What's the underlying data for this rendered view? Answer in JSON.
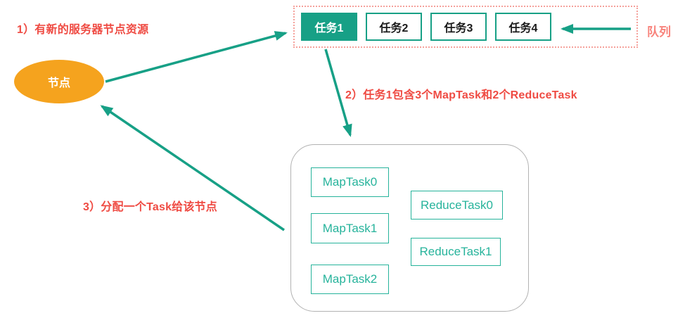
{
  "colors": {
    "teal_accent": "#17A086",
    "teal_text": "#26B39B",
    "orange_node": "#F5A31E",
    "red_annotation": "#EF4B43",
    "salmon_queue": "#F8837C",
    "gray_container_border": "#B2B2B2"
  },
  "annotations": {
    "step1": "1）有新的服务器节点资源",
    "step2": "2）任务1包含3个MapTask和2个ReduceTask",
    "step3": "3）分配一个Task给该节点",
    "queue_label": "队列"
  },
  "node": {
    "label": "节点"
  },
  "queue": {
    "tasks": [
      {
        "label": "任务1",
        "state": "active"
      },
      {
        "label": "任务2",
        "state": "waiting"
      },
      {
        "label": "任务3",
        "state": "waiting"
      },
      {
        "label": "任务4",
        "state": "waiting"
      }
    ]
  },
  "task_detail": {
    "map_tasks": [
      "MapTask0",
      "MapTask1",
      "MapTask2"
    ],
    "reduce_tasks": [
      "ReduceTask0",
      "ReduceTask1"
    ]
  }
}
